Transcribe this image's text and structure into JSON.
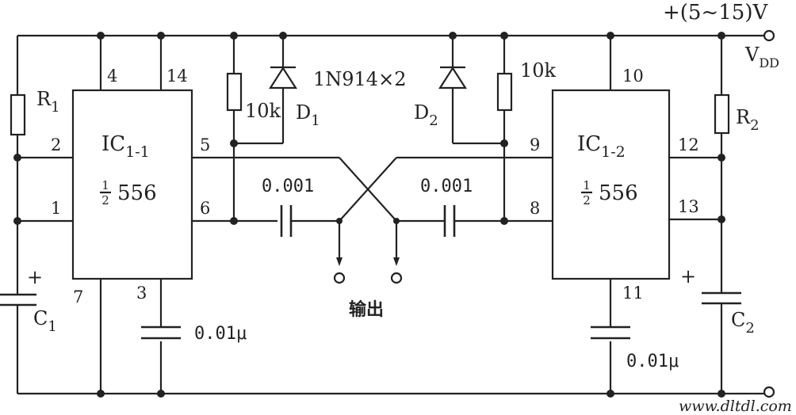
{
  "supply": {
    "voltage_label": "+(5~15)V",
    "node_label": "V",
    "node_sub": "DD"
  },
  "ic1": {
    "name": "IC",
    "sub": "1-1",
    "frac_num": "1",
    "frac_den": "2",
    "part": "556",
    "pins": {
      "p4": "4",
      "p14": "14",
      "p2": "2",
      "p1": "1",
      "p5": "5",
      "p6": "6",
      "p7": "7",
      "p3": "3"
    }
  },
  "ic2": {
    "name": "IC",
    "sub": "1-2",
    "frac_num": "1",
    "frac_den": "2",
    "part": "556",
    "pins": {
      "p10": "10",
      "p9": "9",
      "p8": "8",
      "p12": "12",
      "p13": "13",
      "p11": "11"
    }
  },
  "components": {
    "r1": {
      "name": "R",
      "sub": "1"
    },
    "r2": {
      "name": "R",
      "sub": "2"
    },
    "c1": {
      "name": "C",
      "sub": "1",
      "polarity": "+"
    },
    "c2": {
      "name": "C",
      "sub": "2",
      "polarity": "+"
    },
    "d1": {
      "name": "D",
      "sub": "1"
    },
    "d2": {
      "name": "D",
      "sub": "2"
    },
    "diode_part": "1N914×2",
    "res_left": "10k",
    "res_right": "10k",
    "cap_left": "0.001",
    "cap_right": "0.001",
    "cap_ic1": "0.01μ",
    "cap_ic2": "0.01μ"
  },
  "output_label": "输出",
  "watermark": "www.dltdl.com"
}
